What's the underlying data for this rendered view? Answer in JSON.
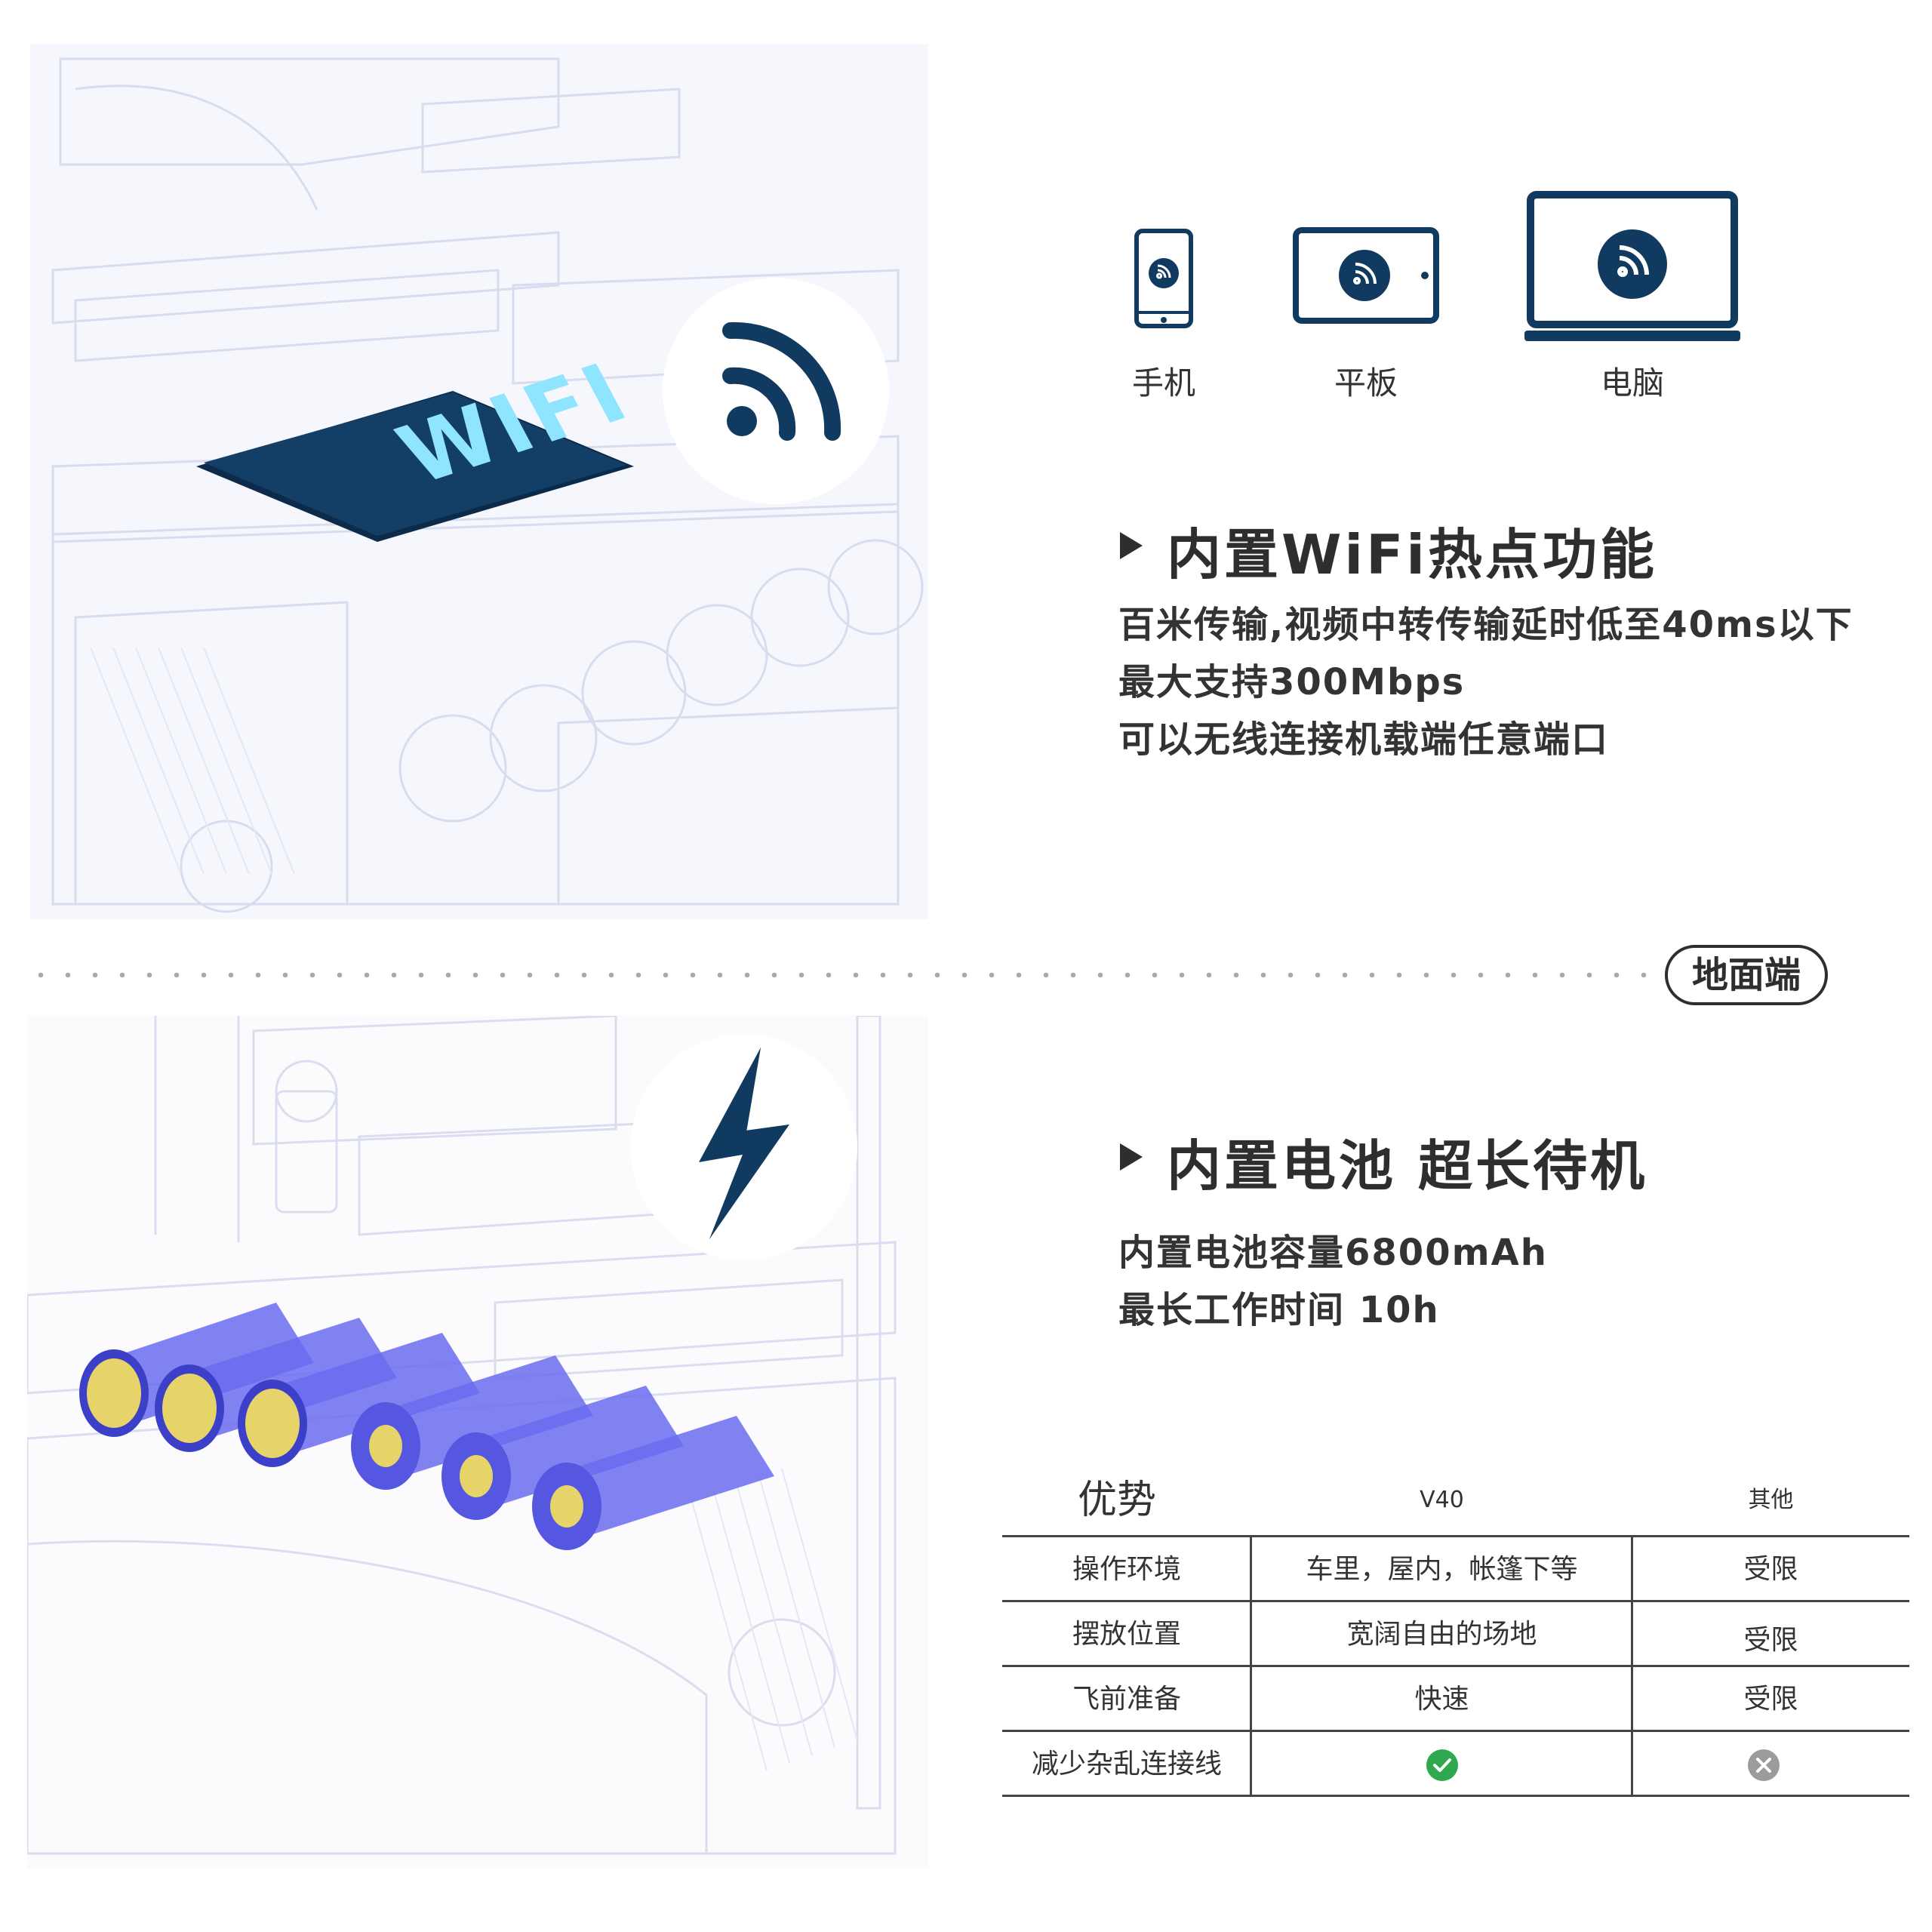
{
  "devices": [
    {
      "label": "手机",
      "icon": "phone-icon"
    },
    {
      "label": "平板",
      "icon": "tablet-icon"
    },
    {
      "label": "电脑",
      "icon": "laptop-icon"
    }
  ],
  "illustration_top": {
    "chip_text": "WIFI",
    "badge_icon": "wifi-icon"
  },
  "illustration_bottom": {
    "badge_icon": "lightning-icon"
  },
  "wifi_section": {
    "title": "内置WiFi热点功能",
    "lines": [
      "百米传输,视频中转传输延时低至40ms以下",
      "最大支持300Mbps",
      "可以无线连接机载端任意端口"
    ]
  },
  "ground_badge": "地面端",
  "battery_section": {
    "title": "内置电池 超长待机",
    "lines": [
      "内置电池容量6800mAh",
      "最长工作时间 10h"
    ]
  },
  "table": {
    "headers": [
      "优势",
      "V40",
      "其他"
    ],
    "rows": [
      {
        "label": "操作环境",
        "v40": "车里，屋内，帐篷下等",
        "other": "受限"
      },
      {
        "label": "摆放位置",
        "v40": "宽阔自由的场地",
        "other": "受限"
      },
      {
        "label": "飞前准备",
        "v40": "快速",
        "other": "受限"
      },
      {
        "label": "减少杂乱连接线",
        "v40_icon": "check-icon",
        "other_icon": "cross-icon"
      }
    ]
  },
  "colors": {
    "navy": "#113a60",
    "text": "#2e2e2e",
    "battery": "#6a6cf0",
    "battery_cap": "#e6d36a",
    "check": "#2fa84f",
    "cross": "#9b9b9b"
  }
}
